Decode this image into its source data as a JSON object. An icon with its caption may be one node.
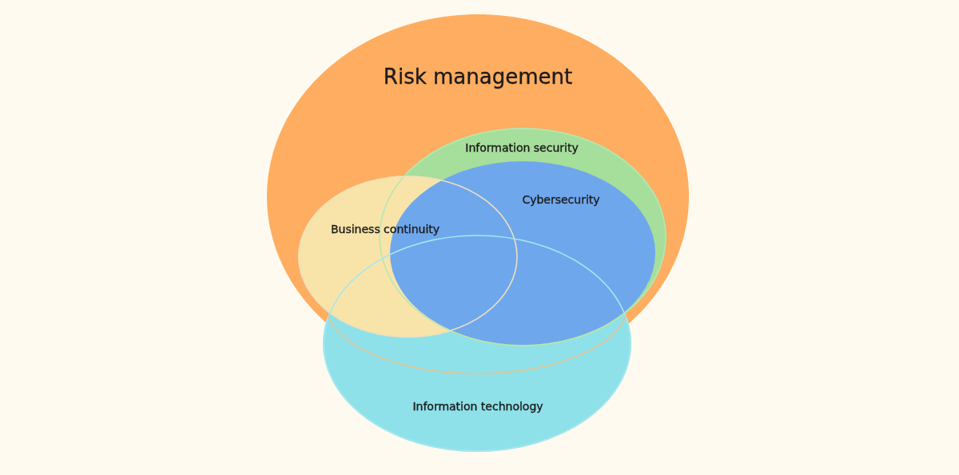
{
  "diagram": {
    "nodes": [
      {
        "text": [
          "Risk management"
        ]
      },
      {
        "text": [
          "Information security"
        ],
        "in": 0
      },
      {
        "text": [
          "Cybersecurity"
        ],
        "in": 1
      },
      {
        "text": [
          "Business continuity"
        ],
        "in": 0
      },
      {
        "text": [
          "Information technology"
        ]
      }
    ]
  }
}
